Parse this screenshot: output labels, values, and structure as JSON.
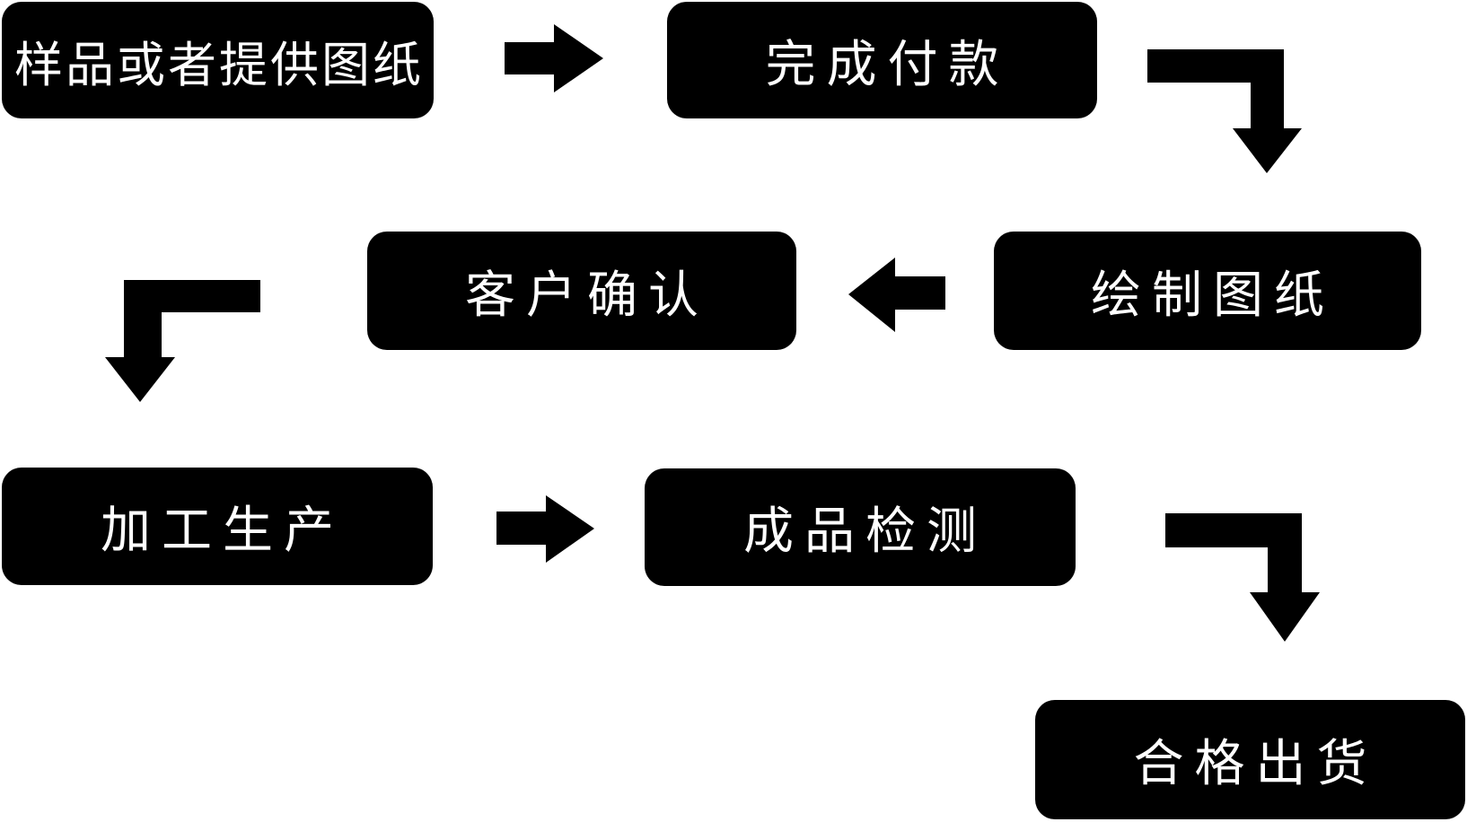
{
  "diagram": {
    "type": "flowchart",
    "description": "production order process flow"
  },
  "colors": {
    "background": "#ffffff",
    "node_fill": "#000000",
    "node_text": "#ffffff",
    "arrow_fill": "#000000"
  },
  "nodes": [
    {
      "id": "step-1",
      "label": "样品或者提供图纸"
    },
    {
      "id": "step-2",
      "label": "完成付款"
    },
    {
      "id": "step-3",
      "label": "绘制图纸"
    },
    {
      "id": "step-4",
      "label": "客户确认"
    },
    {
      "id": "step-5",
      "label": "加工生产"
    },
    {
      "id": "step-6",
      "label": "成品检测"
    },
    {
      "id": "step-7",
      "label": "合格出货"
    }
  ],
  "edges": [
    {
      "from": "样品或者提供图纸",
      "to": "完成付款",
      "arrow": "right"
    },
    {
      "from": "完成付款",
      "to": "绘制图纸",
      "arrow": "elbow-right-down"
    },
    {
      "from": "绘制图纸",
      "to": "客户确认",
      "arrow": "left"
    },
    {
      "from": "客户确认",
      "to": "加工生产",
      "arrow": "elbow-left-down"
    },
    {
      "from": "加工生产",
      "to": "成品检测",
      "arrow": "right"
    },
    {
      "from": "成品检测",
      "to": "合格出货",
      "arrow": "elbow-right-down"
    }
  ]
}
